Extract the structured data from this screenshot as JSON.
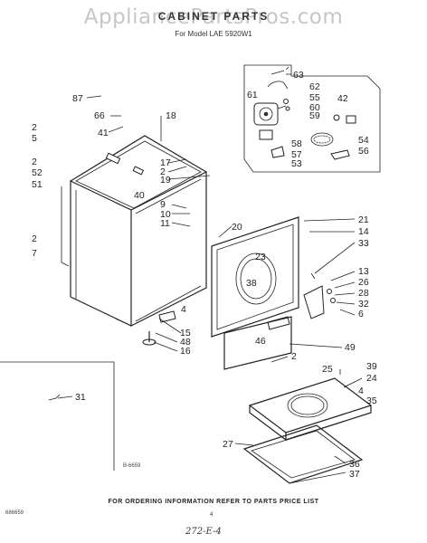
{
  "watermark": "AppliancePartsPros.com",
  "title": "CABINET PARTS",
  "subtitle": "For Model LAE 5920W1",
  "drawing_number": "B-6659",
  "page_code": "686659",
  "footer": "FOR ORDERING INFORMATION REFER TO PARTS PRICE LIST",
  "page_number": "4",
  "handwritten_note": "272-E-4",
  "callouts": [
    "63",
    "62",
    "61",
    "55",
    "60",
    "59",
    "42",
    "58",
    "57",
    "53",
    "54",
    "56",
    "87",
    "66",
    "18",
    "2",
    "5",
    "41",
    "2",
    "52",
    "51",
    "17",
    "2",
    "19",
    "40",
    "9",
    "10",
    "11",
    "20",
    "21",
    "14",
    "33",
    "2",
    "7",
    "23",
    "38",
    "13",
    "26",
    "28",
    "32",
    "6",
    "4",
    "15",
    "48",
    "16",
    "46",
    "49",
    "2",
    "25",
    "39",
    "24",
    "4",
    "35",
    "31",
    "27",
    "36",
    "37"
  ]
}
